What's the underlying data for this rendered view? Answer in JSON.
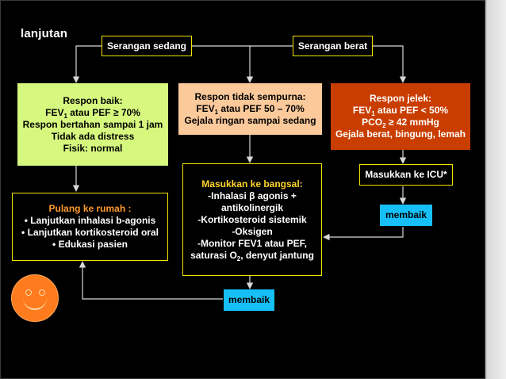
{
  "slide_label": "lanjutan",
  "colors": {
    "slide_background": "#000000",
    "header_box_border": "#f2e300",
    "good_response_fill": "#d6f87e",
    "partial_response_fill": "#fcc99a",
    "poor_response_fill": "#c93e00",
    "improved_button_fill": "#16c0f7",
    "home_heading_text": "#ff9a2e",
    "connector_line": "#d8d8d8"
  },
  "headers": {
    "moderate": "Serangan sedang",
    "severe": "Serangan berat"
  },
  "good_response": {
    "title": "Respon baik:",
    "fev_prefix": "FEV",
    "fev_sub": "1",
    "fev_suffix": " atau PEF ≥ 70%",
    "lines": [
      "Respon bertahan sampai 1 jam",
      "Tidak ada distress",
      "Fisik: normal"
    ]
  },
  "partial_response": {
    "title": "Respon tidak sempurna:",
    "fev_prefix": "FEV",
    "fev_sub": "1",
    "fev_suffix": " atau PEF 50 – 70%",
    "lines": [
      "Gejala ringan sampai sedang"
    ]
  },
  "poor_response": {
    "title": "Respon jelek:",
    "fev_prefix": "FEV",
    "fev_sub": "1",
    "fev_suffix": " atau PEF < 50%",
    "pco_prefix": "PCO",
    "pco_sub": "2",
    "pco_suffix": " ≥ 42 mmHg",
    "lines": [
      "Gejala berat, bingung, lemah"
    ]
  },
  "ward_admission": {
    "title": "Masukkan ke bangsal:",
    "lines": [
      "-Inhalasi β agonis +",
      "antikolinergik",
      "-Kortikosteroid sistemik",
      "-Oksigen",
      "-Monitor FEV1 atau PEF,"
    ],
    "last_prefix": "saturasi O",
    "last_sub": "2",
    "last_suffix": ", denyut jantung"
  },
  "icu_admission": "Masukkan ke ICU*",
  "go_home": {
    "title": "Pulang ke rumah :",
    "items": [
      "• Lanjutkan inhalasi b-agonis",
      "• Lanjutkan kortikosteroid oral",
      "• Edukasi pasien"
    ]
  },
  "improved_labels": {
    "icu": "membaik",
    "ward": "membaik"
  }
}
